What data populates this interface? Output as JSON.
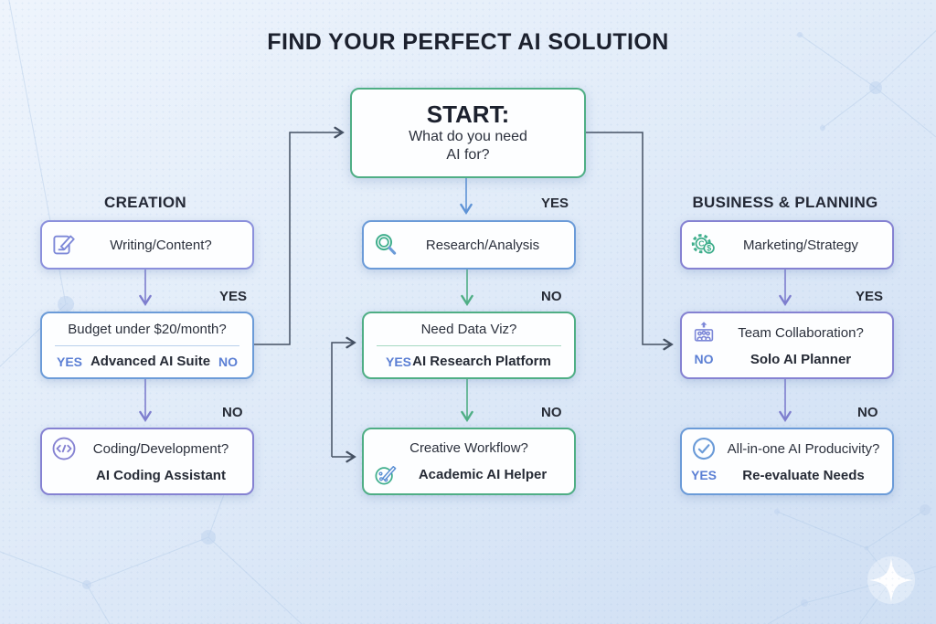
{
  "title": "FIND YOUR PERFECT AI SOLUTION",
  "start": {
    "heading": "START:",
    "line1": "What do you need",
    "line2": "AI for?"
  },
  "columns": {
    "creation": {
      "header": "CREATION",
      "nodes": [
        {
          "label": "Writing/Content?",
          "icon": "pencil-document-icon"
        },
        {
          "question": "Budget under $20/month?",
          "yes": "YES",
          "answer": "Advanced AI Suite",
          "no": "NO"
        },
        {
          "question": "Coding/Development?",
          "answer": "AI Coding Assistant",
          "icon": "code-icon"
        }
      ]
    },
    "research": {
      "nodes": [
        {
          "label": "Research/Analysis",
          "icon": "magnifier-icon"
        },
        {
          "question": "Need Data Viz?",
          "yes": "YES",
          "answer": "AI Research Platform"
        },
        {
          "question": "Creative Workflow?",
          "answer": "Academic AI Helper",
          "icon": "palette-icon"
        }
      ]
    },
    "business": {
      "header": "BUSINESS & PLANNING",
      "nodes": [
        {
          "label": "Marketing/Strategy",
          "icon": "gear-dollar-icon"
        },
        {
          "question": "Team Collaboration?",
          "no": "NO",
          "answer": "Solo AI Planner",
          "icon": "team-icon"
        },
        {
          "question": "All-in-one AI Producivity?",
          "yes": "YES",
          "answer": "Re-evaluate Needs",
          "icon": "check-circle-icon"
        }
      ]
    }
  },
  "edges": {
    "start_to_research": "YES",
    "writing_to_budget": "YES",
    "budget_to_coding": "NO",
    "research_to_dataviz": "NO",
    "dataviz_to_creative": "NO",
    "marketing_to_team": "YES",
    "team_to_allinone": "NO"
  },
  "colors": {
    "green": "#4fae85",
    "blue": "#6b9bd8",
    "purple": "#8582d2",
    "periwinkle": "#8b90dc",
    "yes_no_blue": "#5b7fd4",
    "dark_text": "#1c212e",
    "connector_dark": "#445062",
    "arrow_purple": "#7e7ece",
    "arrow_blue": "#5f93d6",
    "arrow_green": "#4fae85",
    "background_light": "#eef4fc",
    "background_deep": "#cfdff3"
  }
}
